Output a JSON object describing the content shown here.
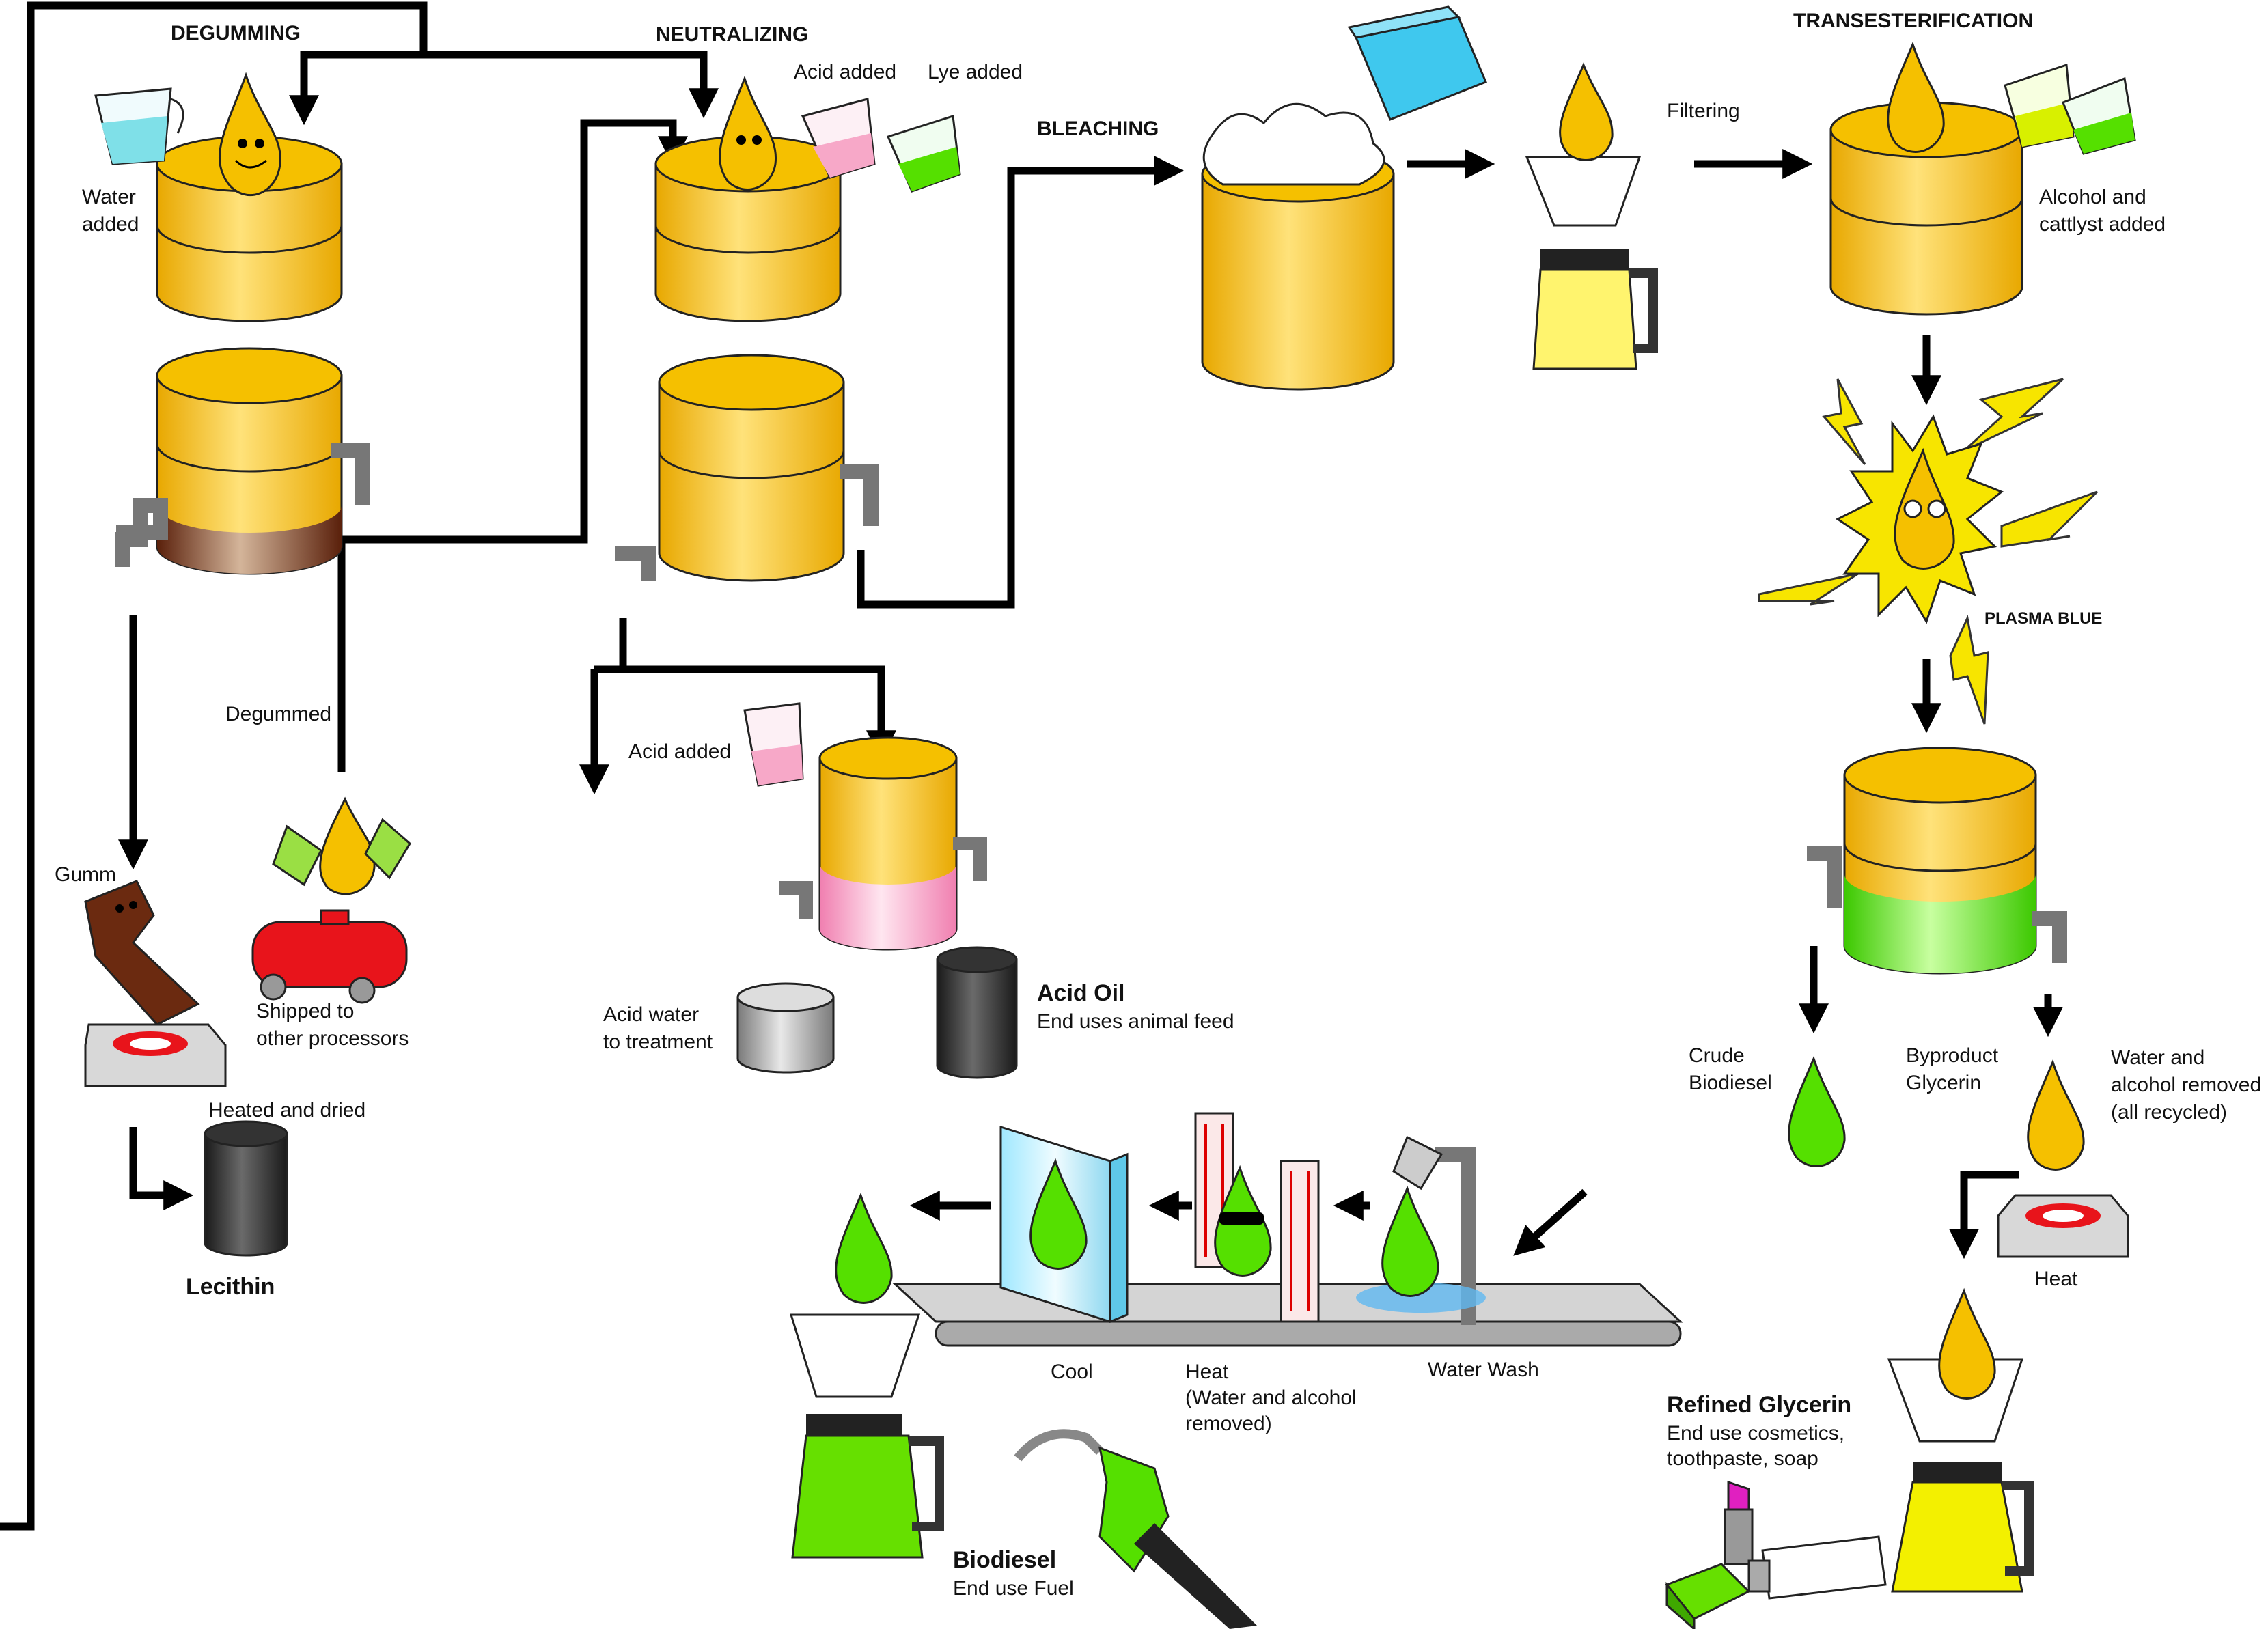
{
  "stages": {
    "degumming": "DEGUMMING",
    "neutralizing": "NEUTRALIZING",
    "bleaching": "BLEACHING",
    "transesterification": "TRANSESTERIFICATION"
  },
  "labels": {
    "water_added_1": "Water",
    "water_added_2": "added",
    "acid_added_top": "Acid added",
    "lye_added": "Lye added",
    "filtering": "Filtering",
    "alcohol_added_1": "Alcohol and",
    "alcohol_added_2": "cattlyst added",
    "plasma_blue": "PLASMA BLUE",
    "degummed": "Degummed",
    "gumm": "Gumm",
    "shipped_1": "Shipped to",
    "shipped_2": "other processors",
    "heated_dried": "Heated and dried",
    "lecithin": "Lecithin",
    "acid_added_mid": "Acid added",
    "acid_water_1": "Acid water",
    "acid_water_2": "to treatment",
    "acid_oil": "Acid Oil",
    "acid_oil_use": "End uses animal feed",
    "crude_biodiesel_1": "Crude",
    "crude_biodiesel_2": "Biodiesel",
    "byproduct_1": "Byproduct",
    "byproduct_2": "Glycerin",
    "water_removed_1": "Water and",
    "water_removed_2": "alcohol removed",
    "water_removed_3": "(all recycled)",
    "heat": "Heat",
    "cool": "Cool",
    "heat_conveyor_1": "Heat",
    "heat_conveyor_2": "(Water and alcohol",
    "heat_conveyor_3": "removed)",
    "water_wash": "Water Wash",
    "refined_glycerin": "Refined Glycerin",
    "refined_glycerin_use_1": "End use cosmetics,",
    "refined_glycerin_use_2": "toothpaste, soap",
    "biodiesel": "Biodiesel",
    "biodiesel_use": "End use Fuel"
  },
  "colors": {
    "oil": "#F5C000",
    "oil_light": "#FFE066",
    "gum": "#6B2A10",
    "green": "#55E000",
    "pink": "#F7A8C8",
    "water": "#7FE0E8",
    "barrel": "#2B2B2B",
    "steel": "#9A9A9A",
    "red_tank": "#E8141B",
    "spark": "#F7E500",
    "carton": "#3FC8EE"
  },
  "icons": [
    "water-droplet-mascot",
    "measuring-cup-icon",
    "faucet-icon",
    "oil-barrel-icon",
    "hot-plate-icon",
    "lightning-bolt-icon",
    "filter-carafe-icon",
    "conveyor-belt-icon",
    "fuel-nozzle-icon",
    "lipstick-icon",
    "soap-bar-icon",
    "toothpaste-icon",
    "shower-head-icon",
    "heater-panel-icon",
    "tank-car-icon",
    "milk-carton-icon"
  ]
}
